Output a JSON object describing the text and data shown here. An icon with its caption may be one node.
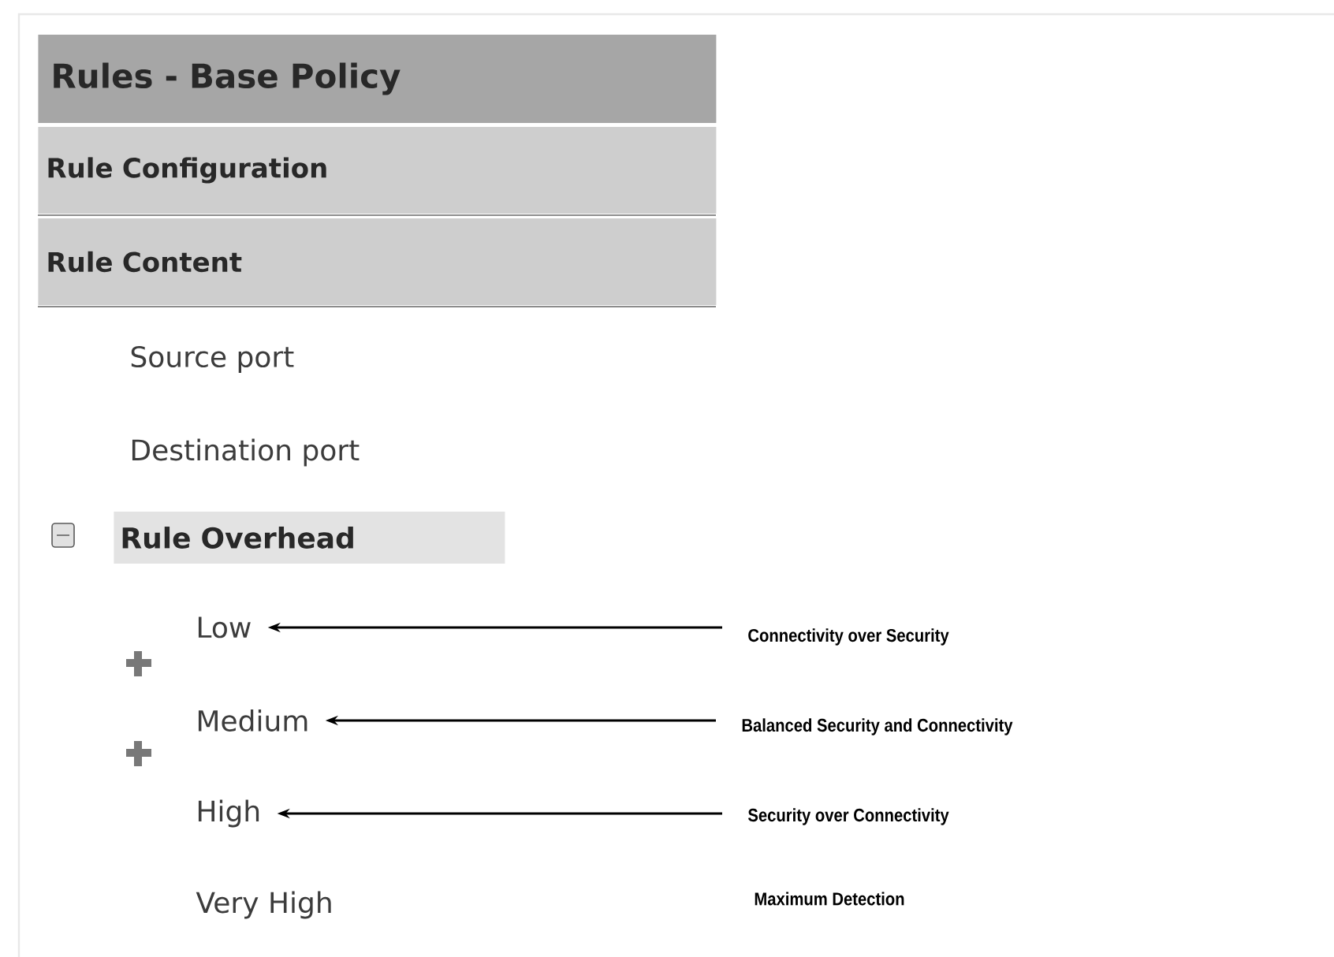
{
  "diagram": {
    "nodes": [
      {
        "text": [
          "Rules - Base Policy"
        ]
      },
      {
        "text": [
          "Rule Configuration"
        ]
      },
      {
        "text": [
          "Rule Content"
        ]
      },
      {
        "text": [
          "Rule Overhead"
        ]
      },
      {
        "text": [
          "Low"
        ]
      },
      {
        "text": [
          "Medium"
        ]
      },
      {
        "text": [
          "High"
        ]
      },
      {
        "text": [
          "Connectivity over Security"
        ]
      },
      {
        "text": [
          "Balanced Security and Connectivity"
        ]
      },
      {
        "text": [
          "Security over Connectivity"
        ]
      }
    ],
    "edges": [
      {
        "from": 7,
        "to": 4,
        "arrow": "to"
      },
      {
        "from": 8,
        "to": 5,
        "arrow": "to"
      },
      {
        "from": 9,
        "to": 6,
        "arrow": "to"
      }
    ],
    "labels": [
      "Source port",
      "Destination port",
      "Very High",
      "Maximum Detection"
    ]
  }
}
